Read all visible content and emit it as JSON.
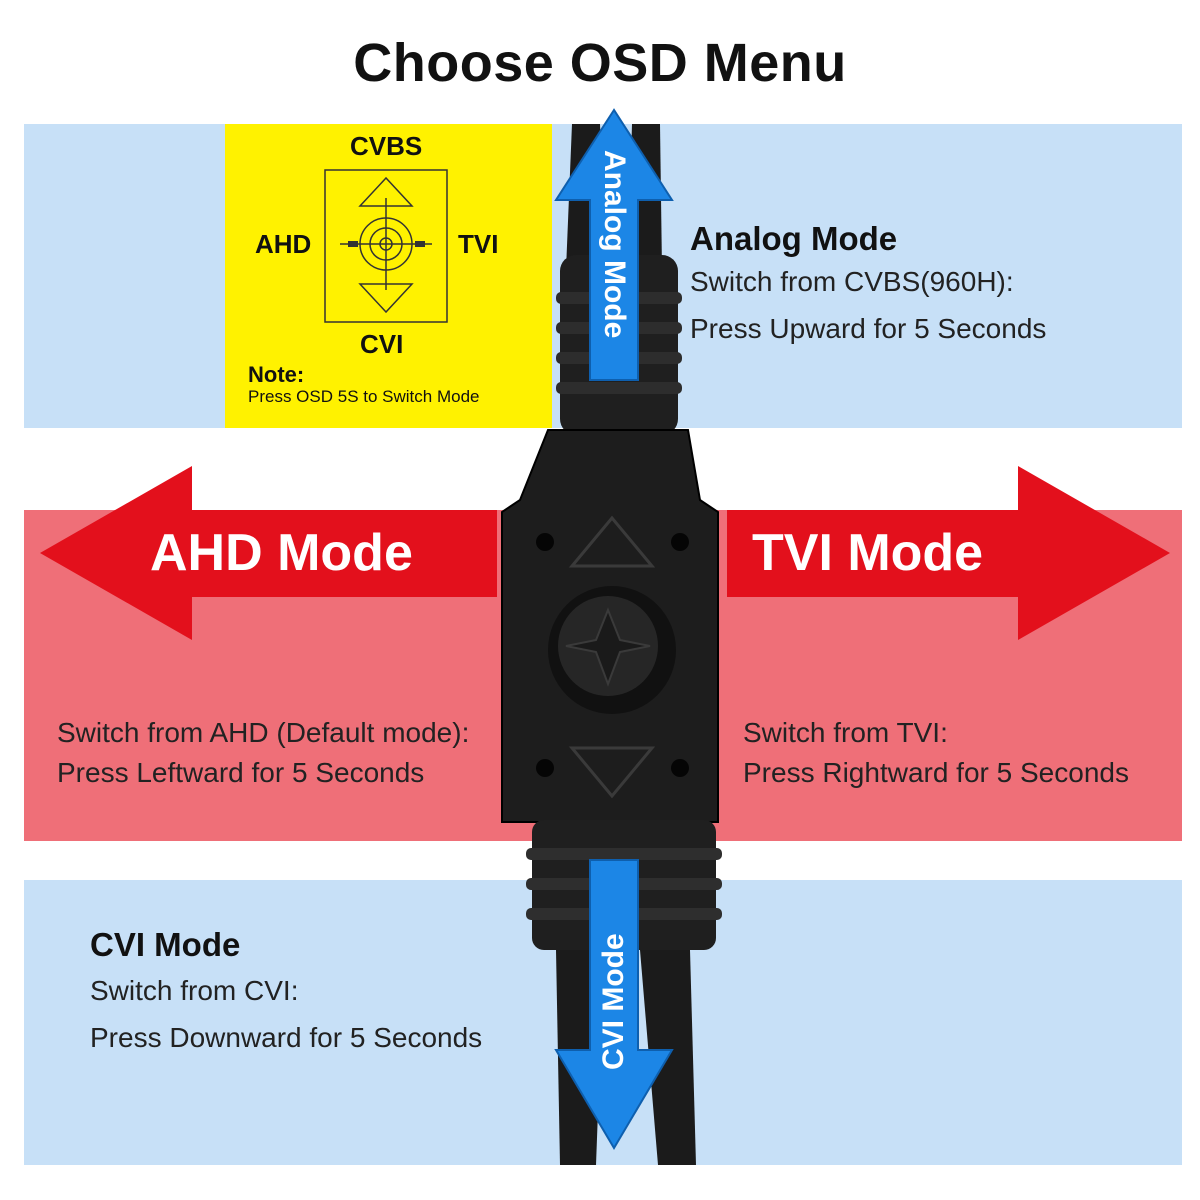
{
  "title": "Choose OSD Menu",
  "note_box": {
    "top_label": "CVBS",
    "left_label": "AHD",
    "right_label": "TVI",
    "bottom_label": "CVI",
    "note_title": "Note:",
    "note_text": "Press OSD 5S to Switch Mode",
    "up_glyph": "UP"
  },
  "analog": {
    "heading": "Analog Mode",
    "line1": "Switch from CVBS(960H):",
    "line2": "Press Upward for 5 Seconds",
    "arrow_label": "Analog Mode"
  },
  "ahd": {
    "arrow_label": "AHD Mode",
    "line1": "Switch from AHD (Default mode):",
    "line2": "Press Leftward for 5 Seconds"
  },
  "tvi": {
    "arrow_label": "TVI Mode",
    "line1": "Switch from TVI:",
    "line2": "Press Rightward for 5 Seconds"
  },
  "cvi": {
    "heading": "CVI Mode",
    "line1": "Switch from CVI:",
    "line2": "Press Downward for 5 Seconds",
    "arrow_label": "CVI Mode"
  },
  "button": {
    "up_mark": "UP"
  },
  "colors": {
    "light_blue_band": "#c7e0f7",
    "pink_band": "#ef6f78",
    "red_arrow": "#e3101c",
    "blue_arrow": "#1c86e6",
    "note_yellow": "#fff200",
    "cable": "#1b1b1b"
  }
}
